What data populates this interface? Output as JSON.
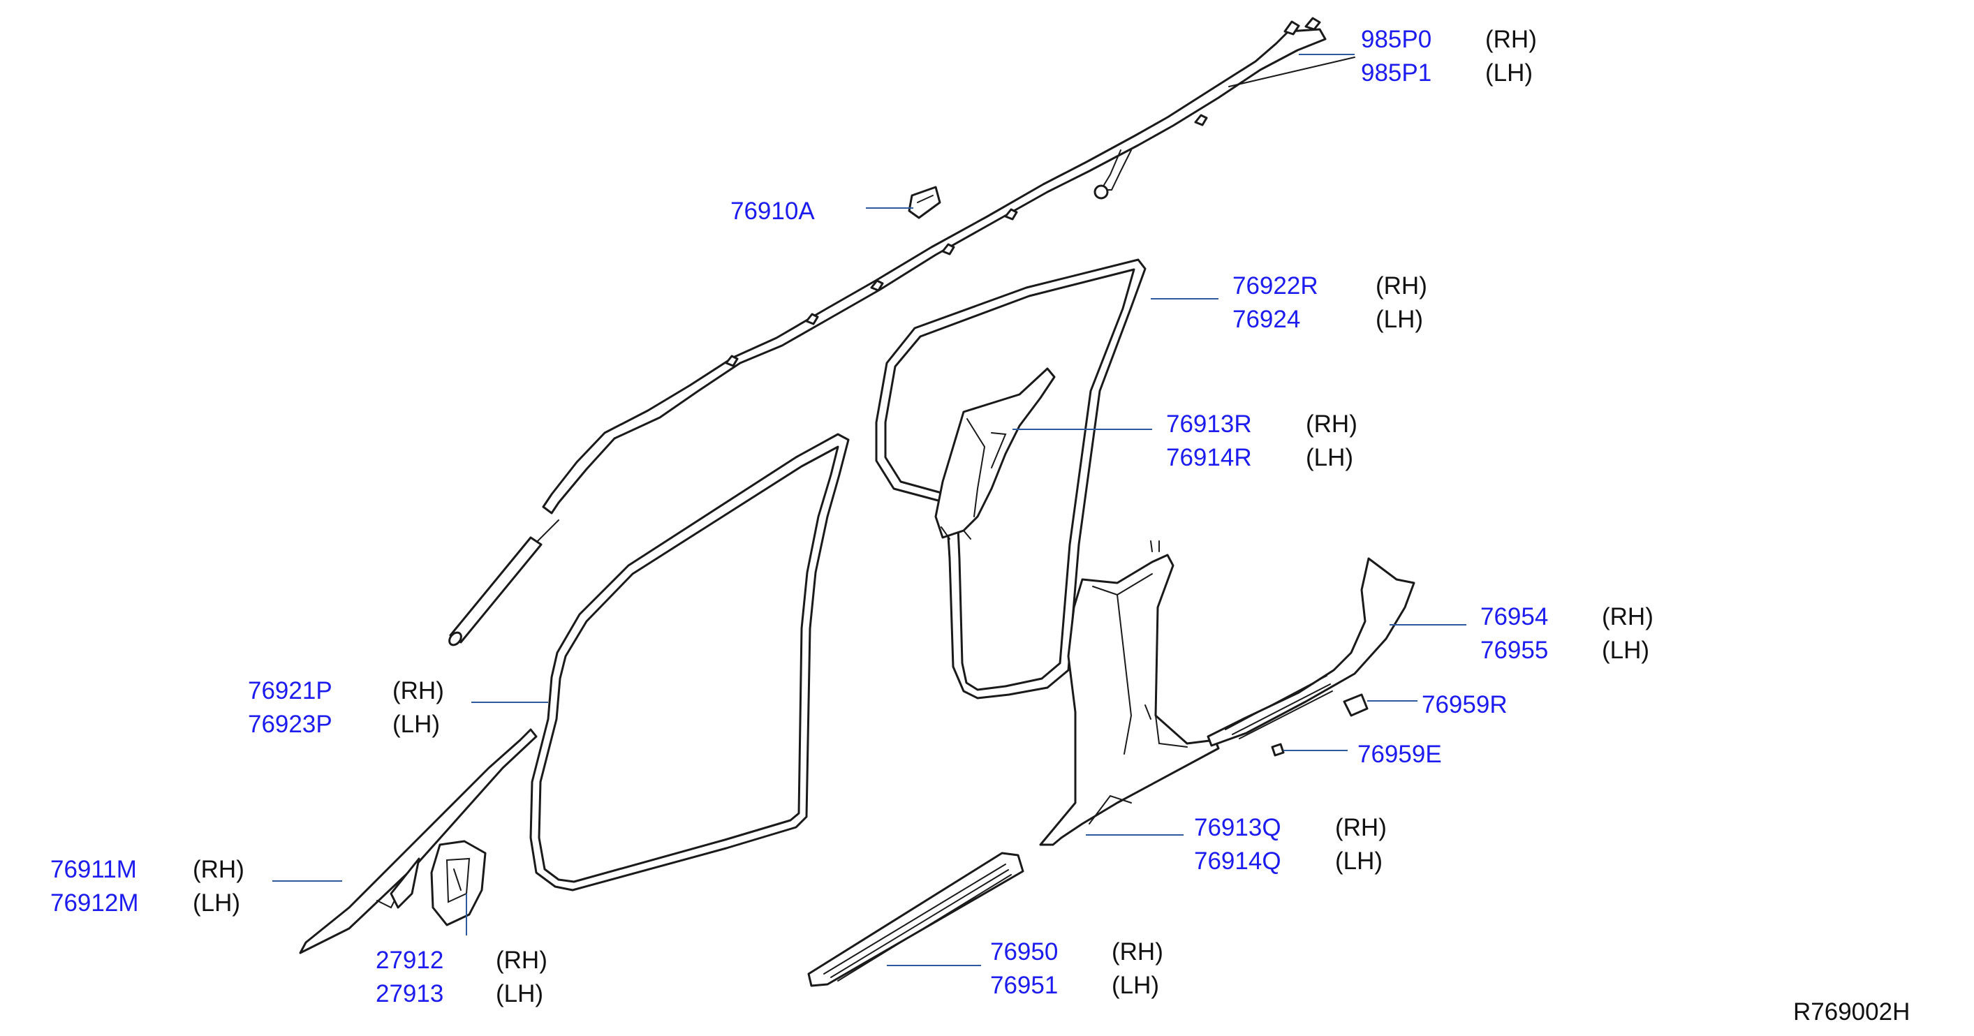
{
  "callouts": [
    {
      "id": "airbag",
      "parts": [
        {
          "number": "985P0",
          "side": "(RH)"
        },
        {
          "number": "985P1",
          "side": "(LH)"
        }
      ]
    },
    {
      "id": "clip-a",
      "parts": [
        {
          "number": "76910A",
          "side": ""
        }
      ]
    },
    {
      "id": "weatherstrip-rear",
      "parts": [
        {
          "number": "76922R",
          "side": "(RH)"
        },
        {
          "number": "76924",
          "side": "(LH)"
        }
      ]
    },
    {
      "id": "pillar-upper",
      "parts": [
        {
          "number": "76913R",
          "side": "(RH)"
        },
        {
          "number": "76914R",
          "side": "(LH)"
        }
      ]
    },
    {
      "id": "kick-plate-rear",
      "parts": [
        {
          "number": "76954",
          "side": "(RH)"
        },
        {
          "number": "76955",
          "side": "(LH)"
        }
      ]
    },
    {
      "id": "cap",
      "parts": [
        {
          "number": "76959R",
          "side": ""
        }
      ]
    },
    {
      "id": "clip-e",
      "parts": [
        {
          "number": "76959E",
          "side": ""
        }
      ]
    },
    {
      "id": "weatherstrip-front",
      "parts": [
        {
          "number": "76921P",
          "side": "(RH)"
        },
        {
          "number": "76923P",
          "side": "(LH)"
        }
      ]
    },
    {
      "id": "pillar-lower",
      "parts": [
        {
          "number": "76913Q",
          "side": "(RH)"
        },
        {
          "number": "76914Q",
          "side": "(LH)"
        }
      ]
    },
    {
      "id": "front-pillar",
      "parts": [
        {
          "number": "76911M",
          "side": "(RH)"
        },
        {
          "number": "76912M",
          "side": "(LH)"
        }
      ]
    },
    {
      "id": "handle",
      "parts": [
        {
          "number": "27912",
          "side": "(RH)"
        },
        {
          "number": "27913",
          "side": "(LH)"
        }
      ]
    },
    {
      "id": "kick-plate-front",
      "parts": [
        {
          "number": "76950",
          "side": "(RH)"
        },
        {
          "number": "76951",
          "side": "(LH)"
        }
      ]
    }
  ],
  "reference_code": "R769002H"
}
